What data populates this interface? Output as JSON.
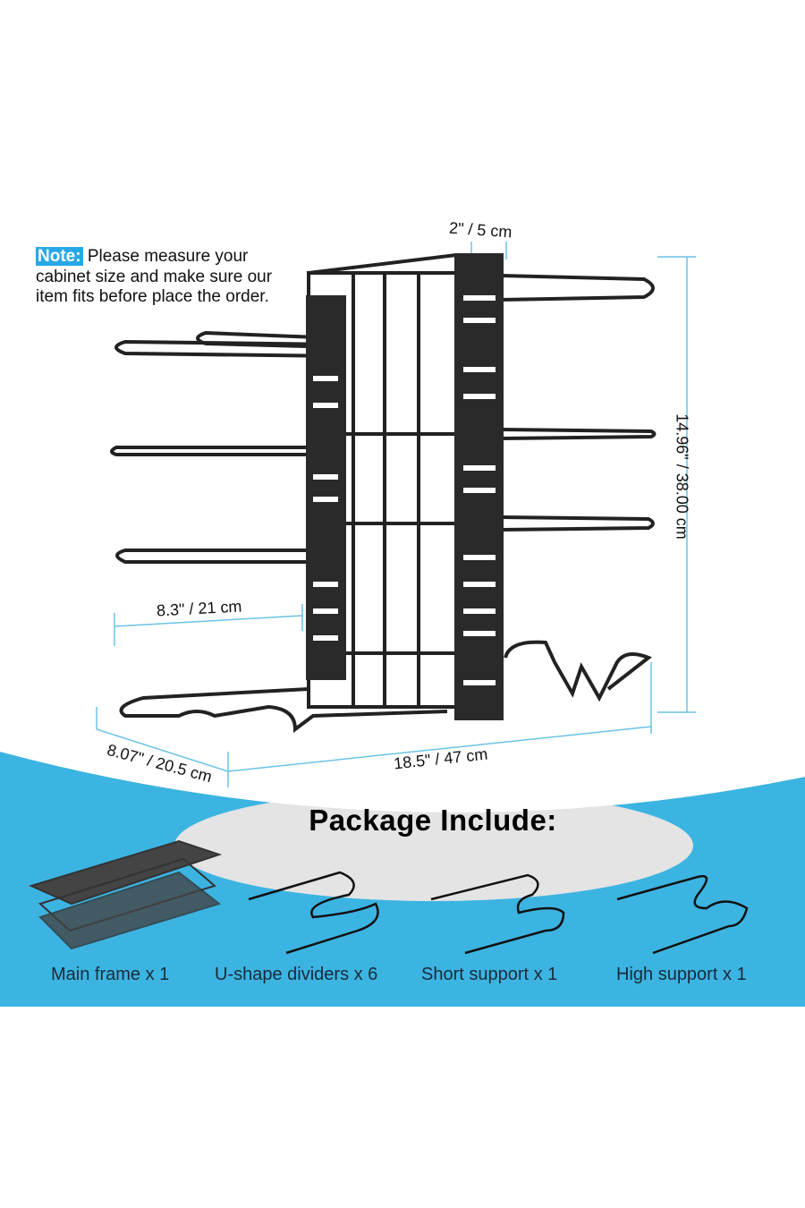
{
  "note": {
    "tag": "Note:",
    "text": "Please measure your cabinet size and make sure our item fits before place the order."
  },
  "dimensions": {
    "top_gap": "2\" / 5 cm",
    "height": "14.96\" / 38.00 cm",
    "shelf_depth": "8.3\" / 21 cm",
    "base_depth": "8.07\" / 20.5 cm",
    "length": "18.5\" / 47 cm"
  },
  "package": {
    "title": "Package Include:",
    "items": [
      {
        "label": "Main frame x 1"
      },
      {
        "label": "U-shape dividers x 6"
      },
      {
        "label": "Short support x 1"
      },
      {
        "label": "High support x 1"
      }
    ]
  },
  "colors": {
    "accent_blue": "#3cb4e2",
    "metal": "#2a2a2a",
    "dimension_line": "#6cc3e6"
  }
}
